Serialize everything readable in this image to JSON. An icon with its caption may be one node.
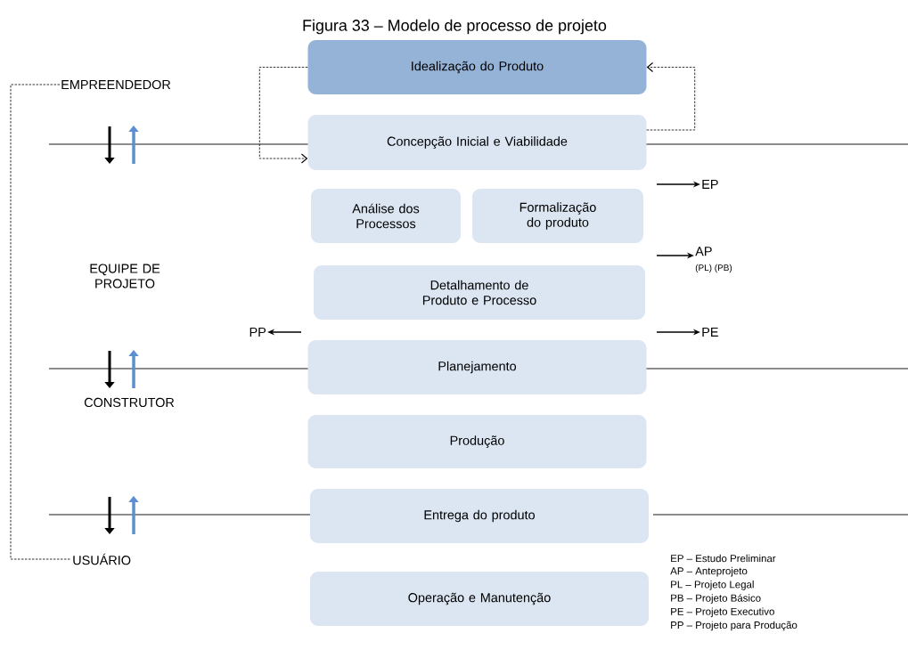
{
  "diagram": {
    "title": "Figura 33 – Modelo de processo de projeto",
    "nodes": [
      {
        "text": [
          "Idealização do Produto"
        ]
      },
      {
        "text": [
          "Concepção Inicial e Viabilidade"
        ]
      },
      {
        "text": [
          "Análise dos Processos"
        ]
      },
      {
        "text": [
          "Formalização do produto"
        ]
      },
      {
        "text": [
          "Detalhamento de Produto e Processo"
        ]
      },
      {
        "text": [
          "Planejamento"
        ]
      },
      {
        "text": [
          "Produção"
        ]
      },
      {
        "text": [
          "Entrega do produto"
        ]
      },
      {
        "text": [
          "Operação e Manutenção"
        ]
      },
      {
        "text": [
          "EMPREENDEDOR"
        ]
      },
      {
        "text": [
          "USUÁRIO"
        ]
      },
      {
        "text": [
          "EP"
        ]
      },
      {
        "text": [
          "AP",
          "(PL) (PB)"
        ]
      },
      {
        "text": [
          "PE"
        ]
      },
      {
        "text": [
          "PP"
        ]
      }
    ],
    "edges": [
      {
        "from": 0,
        "to": 1,
        "arrow": "to",
        "style": "dashed"
      },
      {
        "from": 1,
        "to": 0,
        "arrow": "to",
        "style": "dashed"
      },
      {
        "from": 9,
        "to": 10,
        "arrow": "none",
        "style": "dashed"
      },
      {
        "from": null,
        "to": 11,
        "arrow": "to"
      },
      {
        "from": null,
        "to": 12,
        "arrow": "to"
      },
      {
        "from": null,
        "to": 13,
        "arrow": "to"
      },
      {
        "from": null,
        "to": 14,
        "arrow": "to"
      }
    ],
    "labels": [
      "EQUIPE DE PROJETO",
      "CONSTRUTOR",
      "EP – Estudo Preliminar",
      "AP – Anteprojeto",
      "PL – Projeto Legal",
      "PB – Projeto Básico",
      "PE – Projeto Executivo",
      "PP – Projeto para Produção"
    ]
  }
}
